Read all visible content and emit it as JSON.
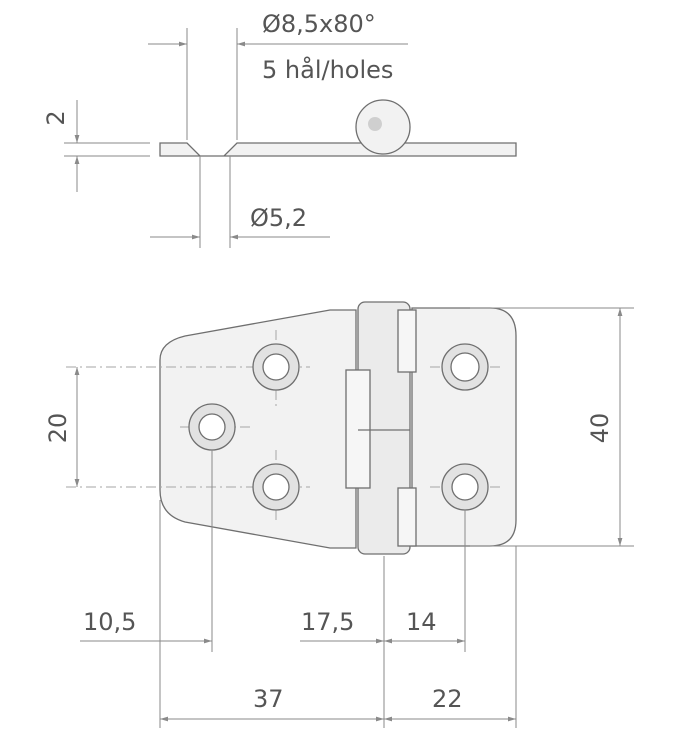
{
  "labels": {
    "hole_spec": "Ø8,5x80°",
    "hole_count": "5 hål/holes",
    "thickness": "2",
    "pin_diameter": "Ø5,2",
    "height_inner": "20",
    "height_outer": "40",
    "dim_a": "10,5",
    "dim_b": "17,5",
    "dim_c": "14",
    "dim_left_leaf": "37",
    "dim_right_leaf": "22"
  },
  "colors": {
    "line": "#8a8a8a",
    "part_fill": "#f2f2f2",
    "part_stroke": "#6f6f6f",
    "text": "#555555"
  }
}
